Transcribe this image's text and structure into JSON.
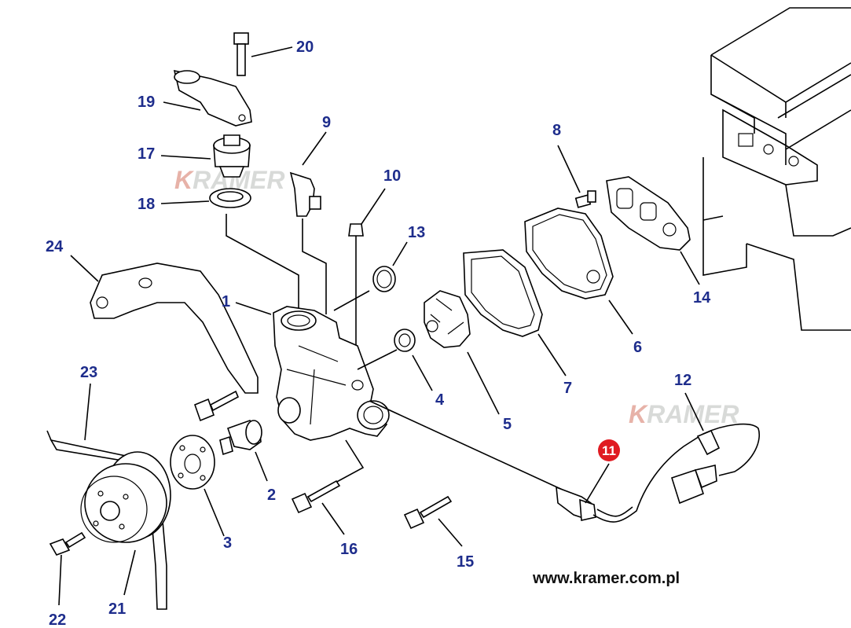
{
  "diagram": {
    "website": "www.kramer.com.pl",
    "watermark": "KRAMER",
    "highlight_color": "#e01b22",
    "label_color": "#1e2d8c",
    "highlighted_part": "11",
    "labels": {
      "p1": "1",
      "p2": "2",
      "p3": "3",
      "p4": "4",
      "p5": "5",
      "p6": "6",
      "p7": "7",
      "p8": "8",
      "p9": "9",
      "p10": "10",
      "p11": "11",
      "p12": "12",
      "p13": "13",
      "p14": "14",
      "p15": "15",
      "p16": "16",
      "p17": "17",
      "p18": "18",
      "p19": "19",
      "p20": "20",
      "p21": "21",
      "p22": "22",
      "p23": "23",
      "p24": "24"
    }
  }
}
